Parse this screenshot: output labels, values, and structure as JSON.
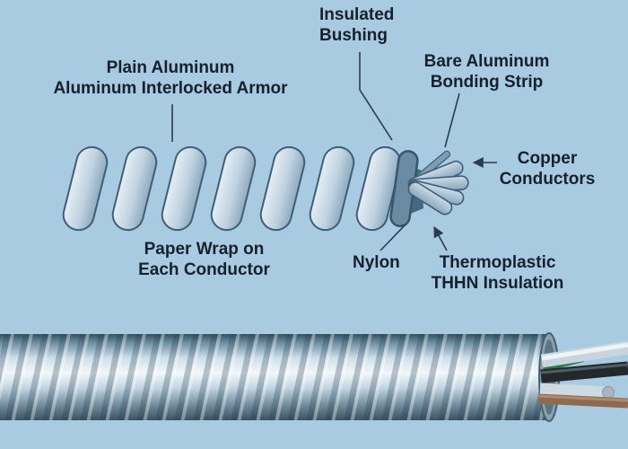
{
  "colors": {
    "background": "#a8cbe2",
    "label_text": "#16202e",
    "leader_line": "#2a3b52",
    "armor_fill_light": "#dfe9f1",
    "armor_fill_dark": "#8fa9bd",
    "armor_stroke": "#3d5f7a",
    "bushing_fill": "#6b8ba3",
    "photo_armor_highlight": "#f2f7fa",
    "photo_armor_shadow": "#35505f",
    "copper_wire": "#8b6b54",
    "black_wire": "#23282d",
    "white_wire": "#c9d5dd",
    "green_wire": "#2f7a4d"
  },
  "labels": {
    "insulated_bushing": {
      "line1": "Insulated",
      "line2": "Bushing"
    },
    "plain_aluminum": {
      "line1": "Plain Aluminum",
      "line2": "Aluminum Interlocked Armor"
    },
    "bare_aluminum": {
      "line1": "Bare Aluminum",
      "line2": "Bonding Strip"
    },
    "copper_conductors": {
      "line1": "Copper",
      "line2": "Conductors"
    },
    "paper_wrap": {
      "line1": "Paper Wrap on",
      "line2": "Each Conductor"
    },
    "nylon": {
      "line1": "Nylon"
    },
    "thermoplastic": {
      "line1": "Thermoplastic",
      "line2": "THHN Insulation"
    }
  }
}
